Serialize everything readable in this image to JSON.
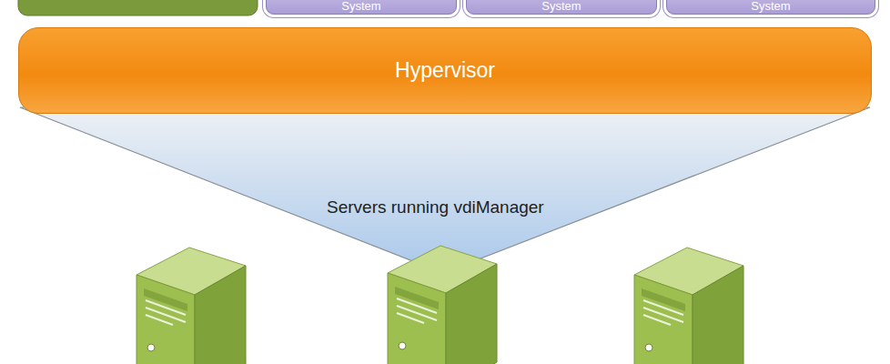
{
  "diagram": {
    "nodes": [
      {
        "text": [
          "System"
        ]
      },
      {
        "text": [
          "System"
        ]
      },
      {
        "text": [
          "System"
        ]
      },
      {
        "text": [
          "Hypervisor"
        ]
      }
    ],
    "labels": [
      "Servers running vdiManager"
    ]
  }
}
